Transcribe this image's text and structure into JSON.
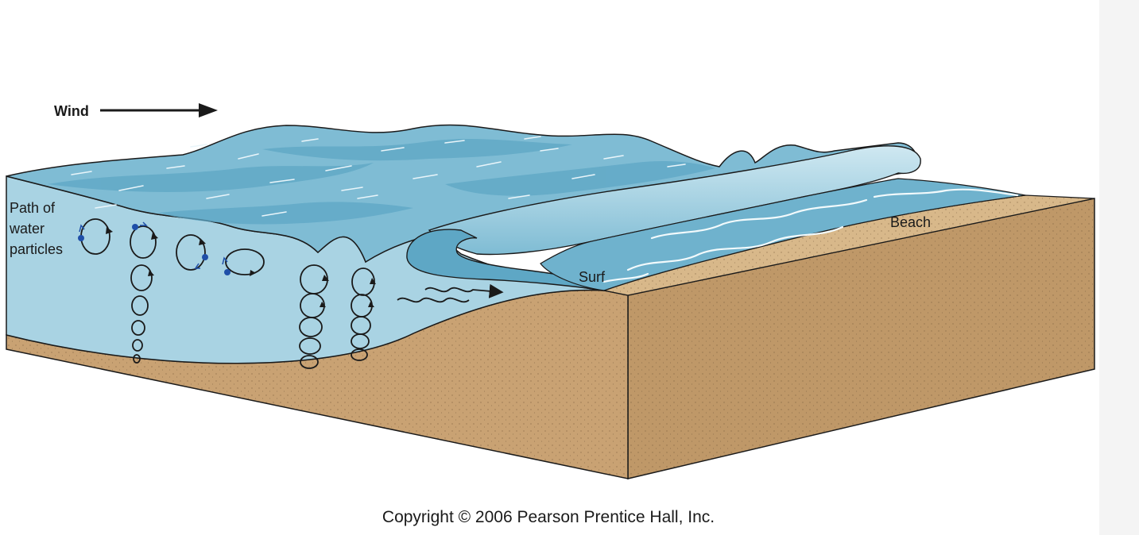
{
  "labels": {
    "wind": "Wind",
    "path_line1": "Path of",
    "path_line2": "water",
    "path_line3": "particles",
    "surf": "Surf",
    "beach": "Beach"
  },
  "copyright": "Copyright © 2006 Pearson Prentice Hall, Inc.",
  "colors": {
    "water_surface": "#7fbcd4",
    "water_crosssection": "#a9d3e3",
    "water_deep": "#4f9bbb",
    "sand_top": "#d8b88a",
    "sand_side": "#bf9868",
    "outline": "#1a1a1a",
    "particle": "#1f4fa8"
  }
}
